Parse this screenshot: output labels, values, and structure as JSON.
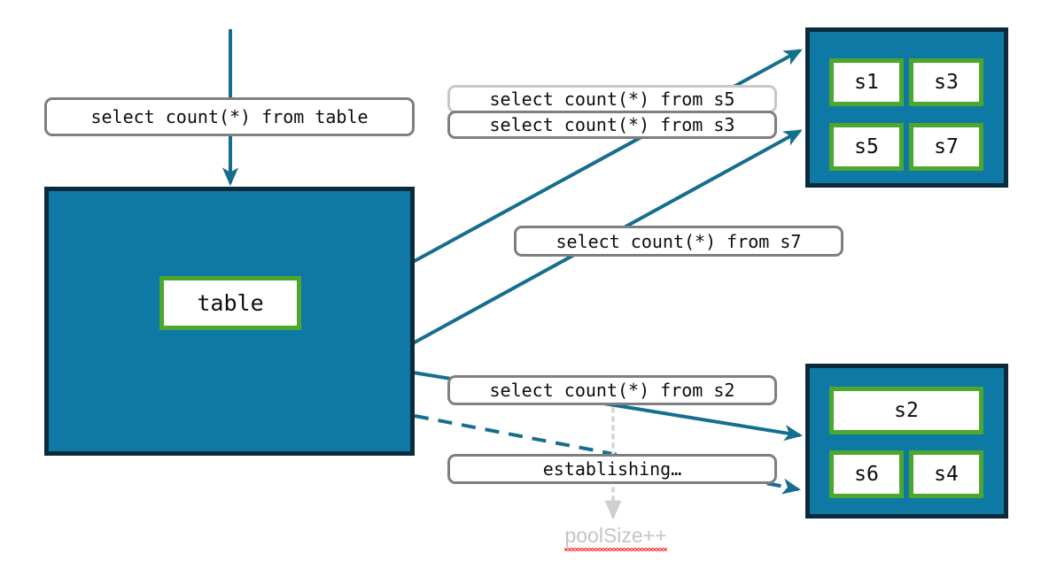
{
  "diagram": {
    "title": "connection pool query routing diagram",
    "colors": {
      "pool_fill": "#0F79A5",
      "pool_border": "#0B2B3C",
      "node_border": "#4CA72C",
      "node_fill": "#FFFFFF",
      "edge": "#156E8E",
      "label_border": "#7F7F7F",
      "label_border_faded": "#C8C8C8",
      "note_text": "#C4C4C4",
      "spellcheck_underline": "#FF2A2A"
    },
    "containers": {
      "table_container": {
        "label": ""
      },
      "pool_top": {
        "label": ""
      },
      "pool_bottom": {
        "label": ""
      }
    },
    "nodes": {
      "table": "table",
      "s1": "s1",
      "s3": "s3",
      "s5": "s5",
      "s7": "s7",
      "s2": "s2",
      "s6": "s6",
      "s4": "s4"
    },
    "queries": {
      "to_table": "select count(*) from table",
      "to_s5": "select count(*) from s5",
      "to_s3": "select count(*) from s3",
      "to_s7": "select count(*) from s7",
      "to_s2": "select count(*) from s2",
      "establishing": "establishing…"
    },
    "note": {
      "text": "poolSize++",
      "has_spellcheck_underline": true
    },
    "edges": [
      {
        "name": "incoming-query-to-table",
        "style": "solid",
        "arrow": true
      },
      {
        "name": "table-to-pool-top-upper",
        "style": "solid",
        "arrow": true
      },
      {
        "name": "table-to-pool-top-lower",
        "style": "solid",
        "arrow": true
      },
      {
        "name": "table-to-pool-bottom-s2",
        "style": "solid",
        "arrow": true
      },
      {
        "name": "table-to-pool-bottom-new",
        "style": "dashed",
        "arrow": true
      },
      {
        "name": "s2-to-poolsize-note",
        "style": "dotted",
        "arrow": true
      }
    ]
  }
}
